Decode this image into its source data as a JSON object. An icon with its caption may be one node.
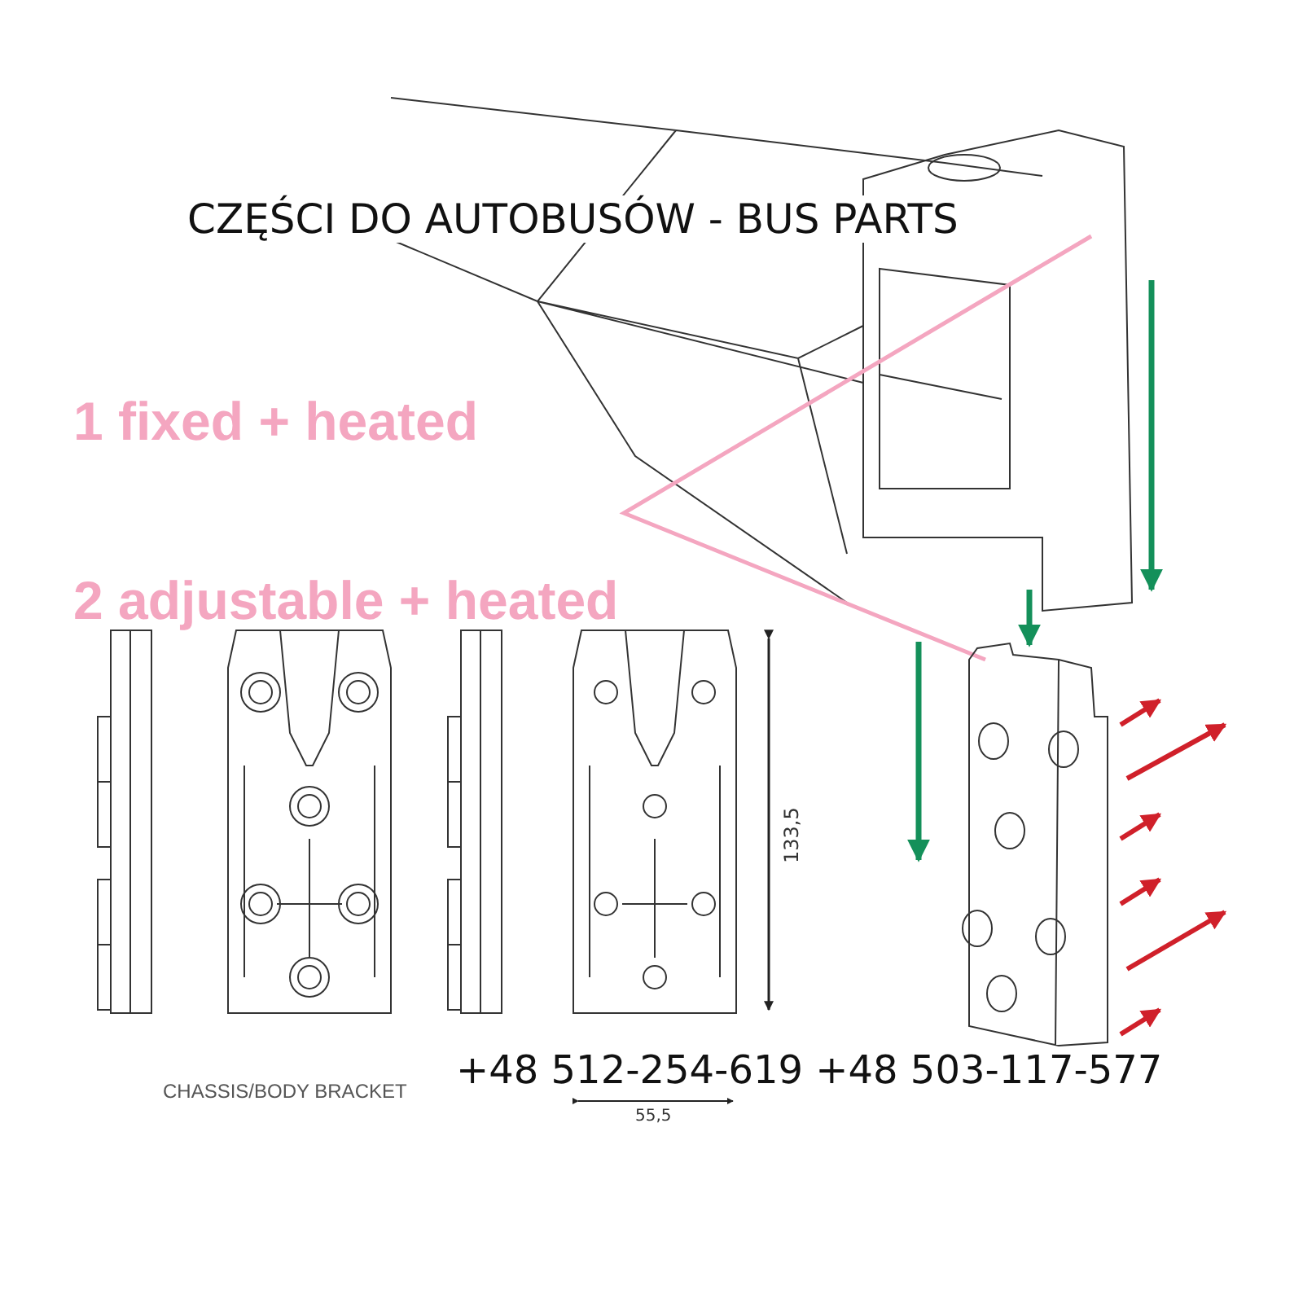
{
  "diagram": {
    "title": "CZĘŚCI DO AUTOBUSÓW - BUS PARTS",
    "labels": [
      "1 fixed + heated",
      "2 adjustable + heated",
      "133,5",
      "CHASSIS/BODY BRACKET",
      "55,5",
      "+48 512-254-619 +48 503-117-577"
    ]
  }
}
